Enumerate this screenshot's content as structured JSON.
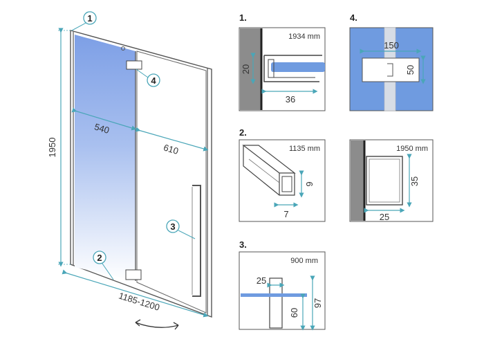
{
  "main": {
    "height": "1950",
    "width_range": "1185-1200",
    "panel_left": "540",
    "panel_right": "610",
    "callouts": [
      "1",
      "2",
      "3",
      "4"
    ]
  },
  "details": {
    "d1": {
      "label": "1.",
      "length": "1934 mm",
      "dim_h": "20",
      "dim_w": "36"
    },
    "d2": {
      "label": "2.",
      "length": "1135 mm",
      "dim_h": "9",
      "dim_w": "7"
    },
    "d3": {
      "label": "3.",
      "length": "900 mm",
      "dim_w": "25",
      "dim_inner": "60",
      "dim_total": "97"
    },
    "d4": {
      "label": "4.",
      "dim_w": "150",
      "dim_h": "50"
    },
    "d5": {
      "length": "1950 mm",
      "dim_h": "35",
      "dim_w": "25"
    }
  },
  "colors": {
    "accent": "#4aa6b8",
    "glass": "#6f9be0",
    "wall": "#8c8c8c"
  }
}
